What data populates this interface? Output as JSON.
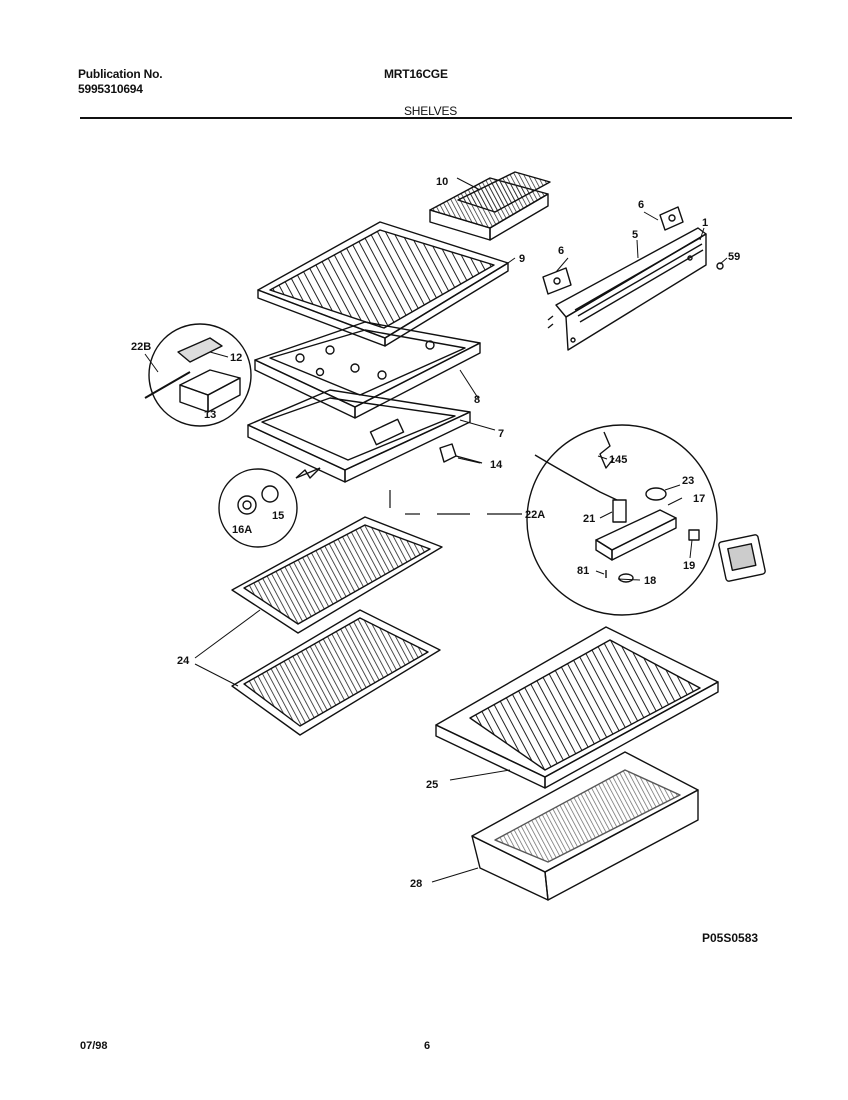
{
  "header": {
    "publication_label": "Publication No.",
    "publication_number": "5995310694",
    "model": "MRT16CGE",
    "section": "SHELVES"
  },
  "callouts": {
    "c1": "1",
    "c5": "5",
    "c6a": "6",
    "c6b": "6",
    "c7": "7",
    "c8": "8",
    "c9": "9",
    "c10": "10",
    "c12": "12",
    "c13": "13",
    "c14": "14",
    "c15": "15",
    "c16a": "16A",
    "c17": "17",
    "c18": "18",
    "c19": "19",
    "c21": "21",
    "c22a": "22A",
    "c22b": "22B",
    "c23": "23",
    "c24": "24",
    "c25": "25",
    "c28": "28",
    "c59": "59",
    "c81": "81",
    "c145": "145"
  },
  "figure_code": "P05S0583",
  "footer": {
    "date": "07/98",
    "page": "6"
  }
}
